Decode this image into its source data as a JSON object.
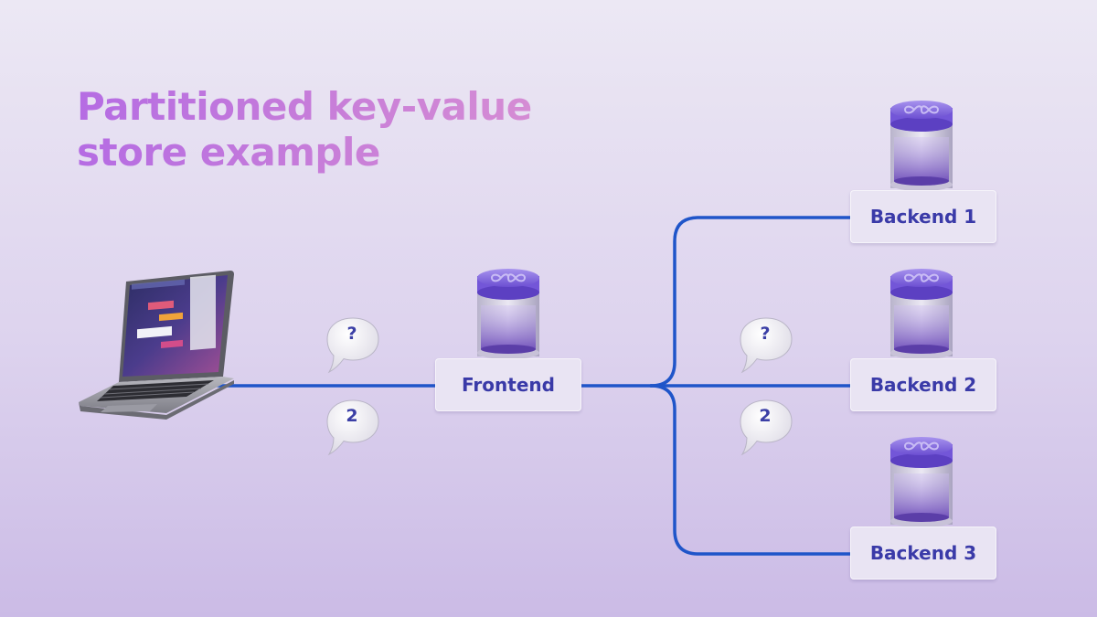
{
  "title": {
    "line1": "Partitioned key-value",
    "line2": "store example"
  },
  "nodes": {
    "frontend": "Frontend",
    "backend1": "Backend 1",
    "backend2": "Backend 2",
    "backend3": "Backend 3"
  },
  "bubbles": {
    "client_request": "?",
    "client_response": "2",
    "backend_request": "?",
    "backend_response": "2"
  },
  "colors": {
    "line": "#1f55c9",
    "title": "#b56ce3",
    "label_text": "#3a3aa8",
    "cylinder_top": "#8b6fe3"
  },
  "icons": {
    "client": "laptop-icon",
    "canister": "canister-icon",
    "logo": "infinity-logo-icon",
    "bubble": "speech-bubble-icon"
  }
}
